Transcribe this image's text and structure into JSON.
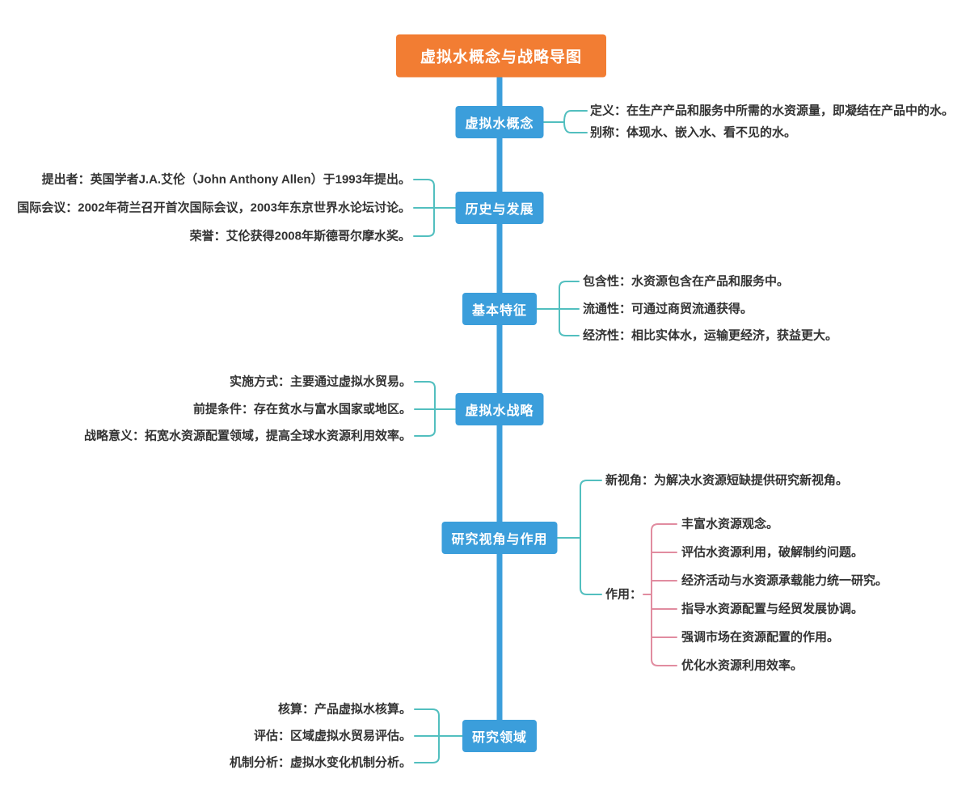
{
  "title": "虚拟水概念与战略导图",
  "root": {
    "label": "虚拟水概念与战略导图"
  },
  "colors": {
    "root_orange": "#F27D33",
    "node_blue": "#3B9EDB",
    "connector_teal": "#52BFBF",
    "connector_pink": "#E18CA0",
    "label_text": "#333333",
    "background": "#FFFFFF"
  },
  "nodes": [
    {
      "label": "虚拟水概念",
      "side": "right",
      "branches": [
        {
          "text": "定义：在生产产品和服务中所需的水资源量，即凝结在产品中的水。"
        },
        {
          "text": "别称：体现水、嵌入水、看不见的水。"
        }
      ]
    },
    {
      "label": "历史与发展",
      "side": "left",
      "branches": [
        {
          "text": "提出者：英国学者J.A.艾伦（John Anthony Allen）于1993年提出。"
        },
        {
          "text": "国际会议：2002年荷兰召开首次国际会议，2003年东京世界水论坛讨论。"
        },
        {
          "text": "荣誉：艾伦获得2008年斯德哥尔摩水奖。"
        }
      ]
    },
    {
      "label": "基本特征",
      "side": "right",
      "branches": [
        {
          "text": "包含性：水资源包含在产品和服务中。"
        },
        {
          "text": "流通性：可通过商贸流通获得。"
        },
        {
          "text": "经济性：相比实体水，运输更经济，获益更大。"
        }
      ]
    },
    {
      "label": "虚拟水战略",
      "side": "left",
      "branches": [
        {
          "text": "实施方式：主要通过虚拟水贸易。"
        },
        {
          "text": "前提条件：存在贫水与富水国家或地区。"
        },
        {
          "text": "战略意义：拓宽水资源配置领域，提高全球水资源利用效率。"
        }
      ]
    },
    {
      "label": "研究视角与作用",
      "side": "right",
      "branches": [
        {
          "text": "新视角：为解决水资源短缺提供研究新视角。"
        },
        {
          "text": "作用：",
          "children": [
            {
              "text": "丰富水资源观念。"
            },
            {
              "text": "评估水资源利用，破解制约问题。"
            },
            {
              "text": "经济活动与水资源承载能力统一研究。"
            },
            {
              "text": "指导水资源配置与经贸发展协调。"
            },
            {
              "text": "强调市场在资源配置的作用。"
            },
            {
              "text": "优化水资源利用效率。"
            }
          ]
        }
      ]
    },
    {
      "label": "研究领域",
      "side": "left",
      "branches": [
        {
          "text": "核算：产品虚拟水核算。"
        },
        {
          "text": "评估：区域虚拟水贸易评估。"
        },
        {
          "text": "机制分析：虚拟水变化机制分析。"
        }
      ]
    }
  ]
}
